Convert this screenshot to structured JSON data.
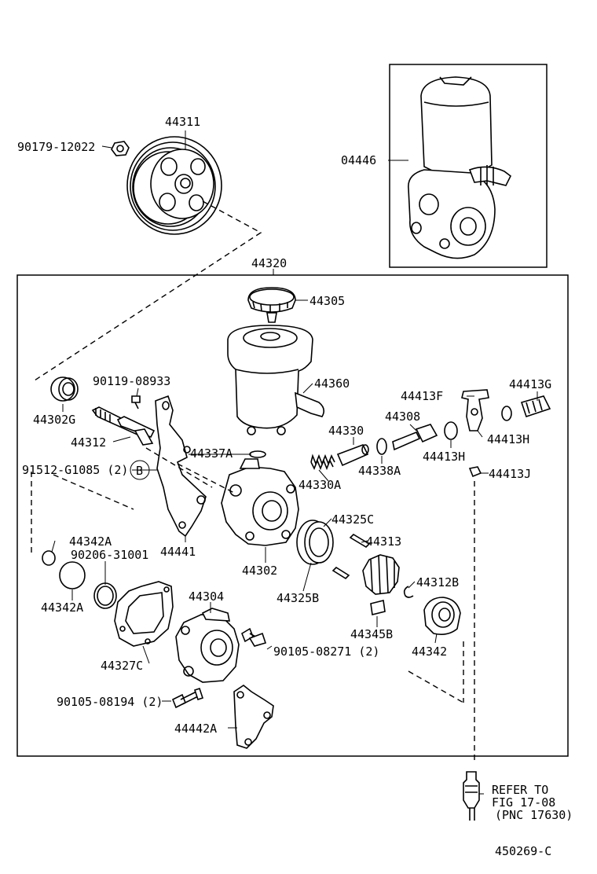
{
  "labels": {
    "p44311": "44311",
    "p90179": "90179-12022",
    "p04446": "04446",
    "p44320": "44320",
    "p44305": "44305",
    "p44360": "44360",
    "p90119": "90119-08933",
    "p44302G": "44302G",
    "p44312": "44312",
    "p44413F": "44413F",
    "p44413G": "44413G",
    "p44308": "44308",
    "p44330": "44330",
    "p44413H_a": "44413H",
    "p44413H_b": "44413H",
    "p44337A": "44337A",
    "p91512": "91512-G1085 (2)",
    "calloutB": "B",
    "p44330A": "44330A",
    "p44338A": "44338A",
    "p44413J": "44413J",
    "p44342A_a": "44342A",
    "p44441": "44441",
    "p44325C": "44325C",
    "p44313": "44313",
    "p90206": "90206-31001",
    "p44302": "44302",
    "p44325B": "44325B",
    "p44342A_b": "44342A",
    "p44304": "44304",
    "p44312B": "44312B",
    "p44345B": "44345B",
    "p44342": "44342",
    "p90105_08271": "90105-08271 (2)",
    "p44327C": "44327C",
    "p90105_08194": "90105-08194 (2)",
    "p44442A": "44442A",
    "refer_line1": "REFER TO",
    "refer_line2": "FIG 17-08",
    "refer_line3": "(PNC 17630)",
    "fig_number": "450269-C"
  }
}
